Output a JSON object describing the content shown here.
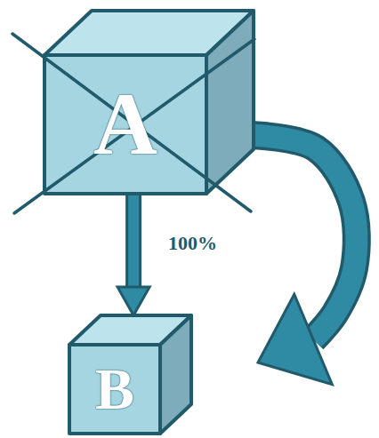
{
  "diagram": {
    "nodes": [
      {
        "text": [
          "A"
        ]
      },
      {
        "text": [
          "B"
        ]
      }
    ],
    "edges": [
      {
        "from": 0,
        "to": 1,
        "arrow": "to",
        "label": "100%"
      },
      {
        "from": 0,
        "to": 1,
        "arrow": "to"
      }
    ]
  }
}
